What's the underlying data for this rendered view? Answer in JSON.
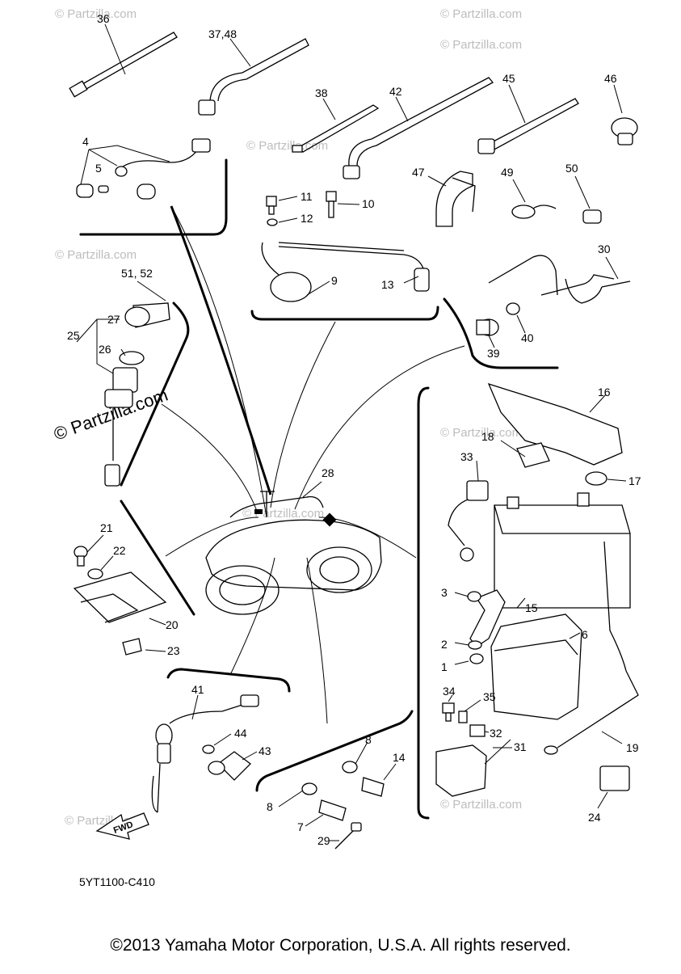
{
  "watermarks": {
    "small": "© Partzilla.com",
    "large": "© Partzilla.com"
  },
  "diagram_code": "5YT1100-C410",
  "fwd_label": "FWD",
  "copyright": "©2013 Yamaha Motor Corporation, U.S.A. All rights reserved.",
  "callouts": {
    "c36": "36",
    "c3748": "37,48",
    "c38": "38",
    "c42": "42",
    "c45": "45",
    "c46": "46",
    "c4": "4",
    "c5": "5",
    "c11": "11",
    "c12": "12",
    "c10": "10",
    "c9": "9",
    "c13": "13",
    "c47": "47",
    "c49": "49",
    "c50": "50",
    "c30": "30",
    "c39": "39",
    "c40": "40",
    "c5152": "51, 52",
    "c27": "27",
    "c25": "25",
    "c26": "26",
    "c28": "28",
    "c16": "16",
    "c18": "18",
    "c17": "17",
    "c33": "33",
    "c15": "15",
    "c3": "3",
    "c2": "2",
    "c1": "1",
    "c6": "6",
    "c21": "21",
    "c22": "22",
    "c20": "20",
    "c23": "23",
    "c41": "41",
    "c44": "44",
    "c43": "43",
    "c8a": "8",
    "c14": "14",
    "c8b": "8",
    "c7": "7",
    "c29": "29",
    "c34": "34",
    "c35": "35",
    "c32": "32",
    "c31": "31",
    "c19": "19",
    "c24": "24"
  }
}
